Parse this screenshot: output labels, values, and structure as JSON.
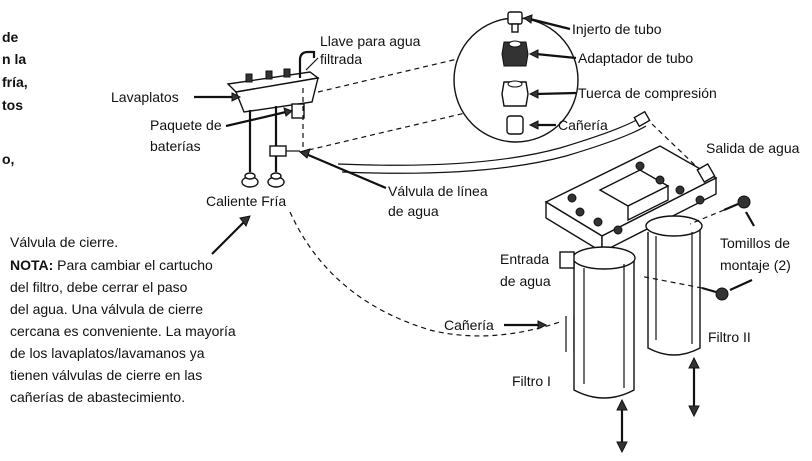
{
  "sidebar_fragment": [
    "de",
    "n la",
    "fría,",
    "tos",
    "o,"
  ],
  "labels": {
    "faucet": [
      "Llave para agua",
      "filtrada"
    ],
    "sink": "Lavaplatos",
    "battery": [
      "Paquete de",
      "baterías"
    ],
    "hot_cold": "Caliente Fría",
    "valve_line": [
      "Válvula de línea",
      "de agua"
    ],
    "tube_insert": "Injerto de tubo",
    "tube_adapter": "Adaptador de tubo",
    "compression_nut": "Tuerca de compresión",
    "pipe_top": "Cañería",
    "water_outlet": "Salida de agua",
    "screws": [
      "Tomillos de",
      "montaje (2)"
    ],
    "water_inlet": [
      "Entrada",
      "de agua"
    ],
    "pipe_bottom": "Cañería",
    "filter_1": "Filtro I",
    "filter_2": "Filtro II"
  },
  "note": {
    "title": "Válvula de cierre.",
    "prefix": "NOTA:",
    "lines": [
      " Para cambiar el cartucho",
      "del filtro, debe cerrar el paso",
      "del agua. Una válvula de cierre",
      "cercana es conveniente. La mayoría",
      "de los lavaplatos/lavamanos ya",
      "tienen válvulas de cierre en las",
      "cañerías de abastecimiento."
    ]
  }
}
